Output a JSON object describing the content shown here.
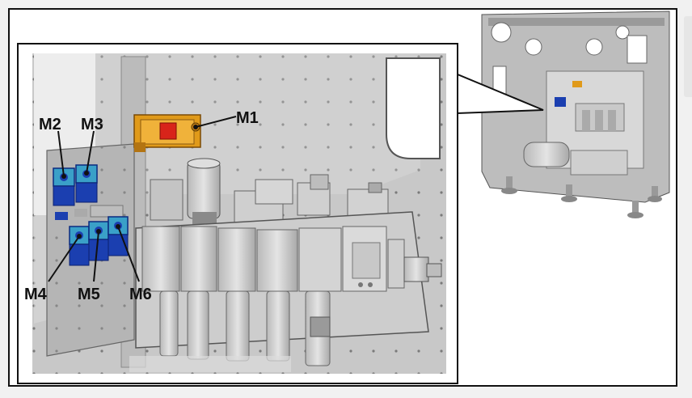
{
  "labels": {
    "m1": "M1",
    "m2": "M2",
    "m3": "M3",
    "m4": "M4",
    "m5": "M5",
    "m6": "M6"
  },
  "colors": {
    "valve_blue": "#1b3fb0",
    "valve_cyan": "#3aa0c8",
    "switch_orange": "#e09a1a",
    "switch_red": "#d8241a",
    "metal_gray": "#cfcfcf",
    "frame_border": "#111111"
  }
}
